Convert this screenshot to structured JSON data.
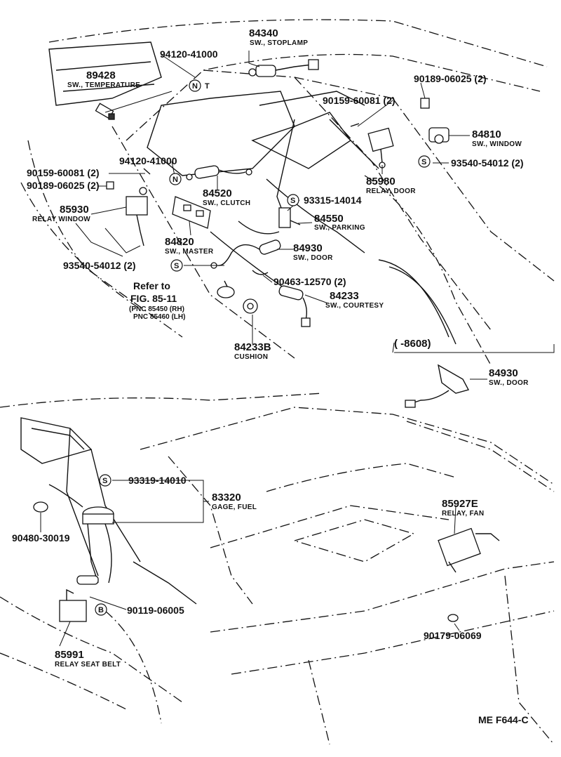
{
  "callouts": {
    "c84340": {
      "pn": "84340",
      "desc": "SW., STOPLAMP"
    },
    "c94120a": {
      "pn": "94120-41000"
    },
    "c89428": {
      "pn": "89428",
      "desc": "SW., TEMPERATURE"
    },
    "c90189a": {
      "pn": "90189-06025 (2)"
    },
    "c90159a": {
      "pn": "90159-60081 (2)"
    },
    "c84810": {
      "pn": "84810",
      "desc": "SW., WINDOW"
    },
    "c93540a": {
      "pn": "93540-54012 (2)"
    },
    "c85980": {
      "pn": "85980",
      "desc": "RELAY, DOOR"
    },
    "c94120b": {
      "pn": "94120-41000"
    },
    "c90159b": {
      "pn": "90159-60081 (2)"
    },
    "c90189b": {
      "pn": "90189-06025 (2)"
    },
    "c85930": {
      "pn": "85930",
      "desc": "RELAY WINDOW"
    },
    "c84520": {
      "pn": "84520",
      "desc": "SW., CLUTCH"
    },
    "c93315": {
      "pn": "93315-14014"
    },
    "c84550": {
      "pn": "84550",
      "desc": "SW., PARKING"
    },
    "c84820": {
      "pn": "84820",
      "desc": "SW., MASTER"
    },
    "c84930a": {
      "pn": "84930",
      "desc": "SW., DOOR"
    },
    "c93540b": {
      "pn": "93540-54012 (2)"
    },
    "c90463": {
      "pn": "90463-12570 (2)"
    },
    "c84233": {
      "pn": "84233",
      "desc": "SW., COURTESY"
    },
    "c84233b": {
      "pn": "84233B",
      "desc": "CUSHION"
    },
    "c8608": {
      "pn": "(        -8608)"
    },
    "c84930b": {
      "pn": "84930",
      "desc": "SW., DOOR"
    },
    "c93319": {
      "pn": "93319-14010"
    },
    "c83320": {
      "pn": "83320",
      "desc": "GAGE, FUEL"
    },
    "c90480": {
      "pn": "90480-30019"
    },
    "c85927e": {
      "pn": "85927E",
      "desc": "RELAY, FAN"
    },
    "c90119": {
      "pn": "90119-06005"
    },
    "c90179": {
      "pn": "90179-06069"
    },
    "c85991": {
      "pn": "85991",
      "desc": "RELAY SEAT BELT"
    }
  },
  "reference": {
    "refer_to": "Refer to",
    "fig": "FIG. 85-11",
    "pnc1": "(PNC 85450 (RH)",
    "pnc2": "PNC 85460 (LH)"
  },
  "marks": {
    "n": "N",
    "s": "S",
    "b": "B",
    "t": "T"
  },
  "footer": {
    "code": "ME  F644-C"
  }
}
